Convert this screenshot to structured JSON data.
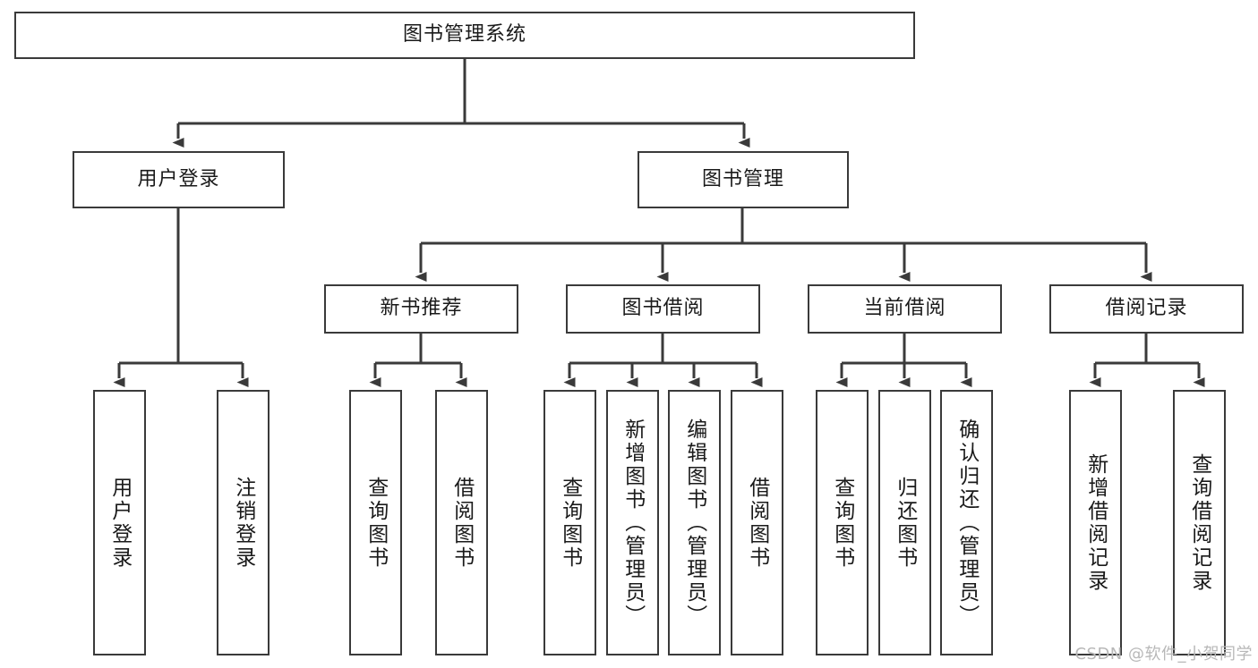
{
  "diagram": {
    "type": "tree",
    "title": "图书管理系统",
    "root": {
      "label": "图书管理系统"
    },
    "level2": [
      {
        "label": "用户登录"
      },
      {
        "label": "图书管理"
      }
    ],
    "level3": [
      {
        "label": "新书推荐"
      },
      {
        "label": "图书借阅"
      },
      {
        "label": "当前借阅"
      },
      {
        "label": "借阅记录"
      }
    ],
    "leaves": {
      "user_login": [
        {
          "label": "用户登录"
        },
        {
          "label": "注销登录"
        }
      ],
      "new_book_recommend": [
        {
          "label": "查询图书"
        },
        {
          "label": "借阅图书"
        }
      ],
      "book_borrow": [
        {
          "label": "查询图书"
        },
        {
          "label": "新增图书（管理员）"
        },
        {
          "label": "编辑图书（管理员）"
        },
        {
          "label": "借阅图书"
        }
      ],
      "current_borrow": [
        {
          "label": "查询图书"
        },
        {
          "label": "归还图书"
        },
        {
          "label": "确认归还（管理员）"
        }
      ],
      "borrow_record": [
        {
          "label": "新增借阅记录"
        },
        {
          "label": "查询借阅记录"
        }
      ]
    }
  },
  "colors": {
    "stroke": "#3a3a3a",
    "box_fill": "#ffffff",
    "text": "#1a1a1a",
    "watermark": "#b8b8b8"
  },
  "watermark": {
    "text": "CSDN @软件_小贺同学"
  }
}
